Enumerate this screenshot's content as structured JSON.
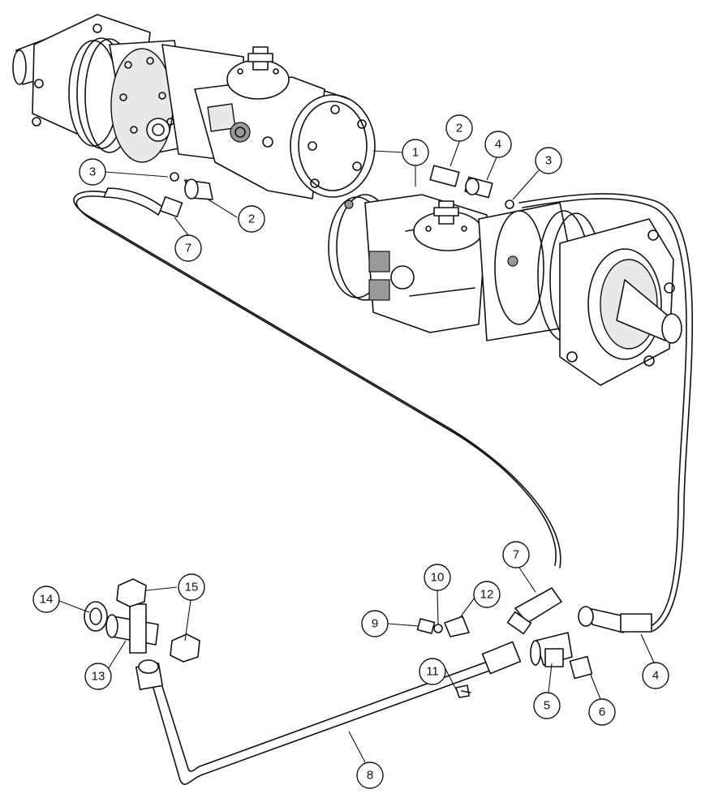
{
  "callouts": [
    {
      "id": "c1",
      "label": "1"
    },
    {
      "id": "c2a",
      "label": "2"
    },
    {
      "id": "c2b",
      "label": "2"
    },
    {
      "id": "c3a",
      "label": "3"
    },
    {
      "id": "c3b",
      "label": "3"
    },
    {
      "id": "c4a",
      "label": "4"
    },
    {
      "id": "c4b",
      "label": "4"
    },
    {
      "id": "c5",
      "label": "5"
    },
    {
      "id": "c6",
      "label": "6"
    },
    {
      "id": "c7a",
      "label": "7"
    },
    {
      "id": "c7b",
      "label": "7"
    },
    {
      "id": "c8",
      "label": "8"
    },
    {
      "id": "c9",
      "label": "9"
    },
    {
      "id": "c10",
      "label": "10"
    },
    {
      "id": "c11",
      "label": "11"
    },
    {
      "id": "c12",
      "label": "12"
    },
    {
      "id": "c13",
      "label": "13"
    },
    {
      "id": "c14",
      "label": "14"
    },
    {
      "id": "c15",
      "label": "15"
    }
  ]
}
